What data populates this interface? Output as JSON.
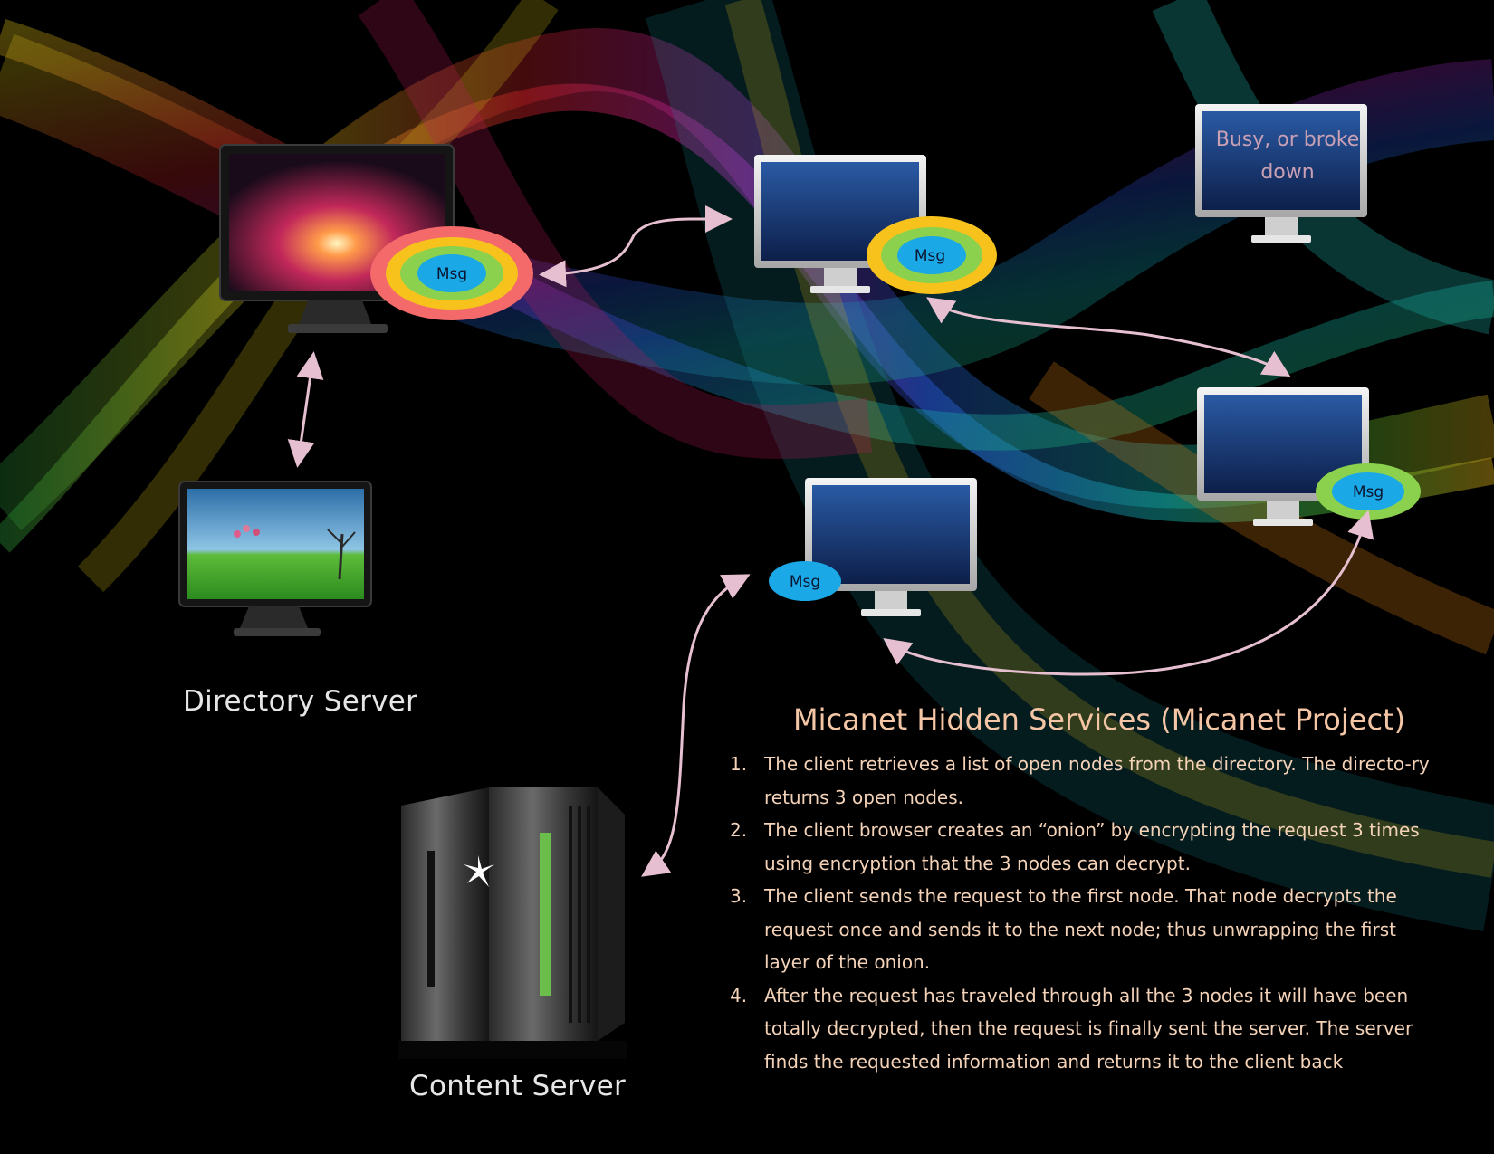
{
  "diagram": {
    "title": "Micanet Hidden Services (Micanet Project)",
    "directory_server_label": "Directory Server",
    "content_server_label": "Content Server",
    "busy_node_text_line1": "Busy, or broke",
    "busy_node_text_line2": "down",
    "msg_label": "Msg",
    "steps": [
      {
        "number": "1.",
        "text": "The client retrieves a list of open nodes from the directory. The directo-ry returns 3 open nodes."
      },
      {
        "number": "2.",
        "text": "The client browser creates an “onion” by encrypting the request 3 times using encryption that the 3 nodes can decrypt."
      },
      {
        "number": "3.",
        "text": "The client sends the request to the first node. That node decrypts the request once and sends it to the next node; thus unwrapping the first layer of the onion."
      },
      {
        "number": "4.",
        "text": "After the request has traveled through all the 3 nodes it will have been totally decrypted, then the request is finally sent the server. The server finds the requested information and returns it to the client back"
      }
    ],
    "colors": {
      "background": "#000000",
      "onion_outer": "#f46a6a",
      "onion_middle": "#f7c21c",
      "onion_inner": "#8bd14e",
      "msg_core": "#1aa8e6",
      "arrows": "#e6bfd0",
      "title": "#f4c6a5",
      "steps_text": "#f3d2b8"
    }
  }
}
